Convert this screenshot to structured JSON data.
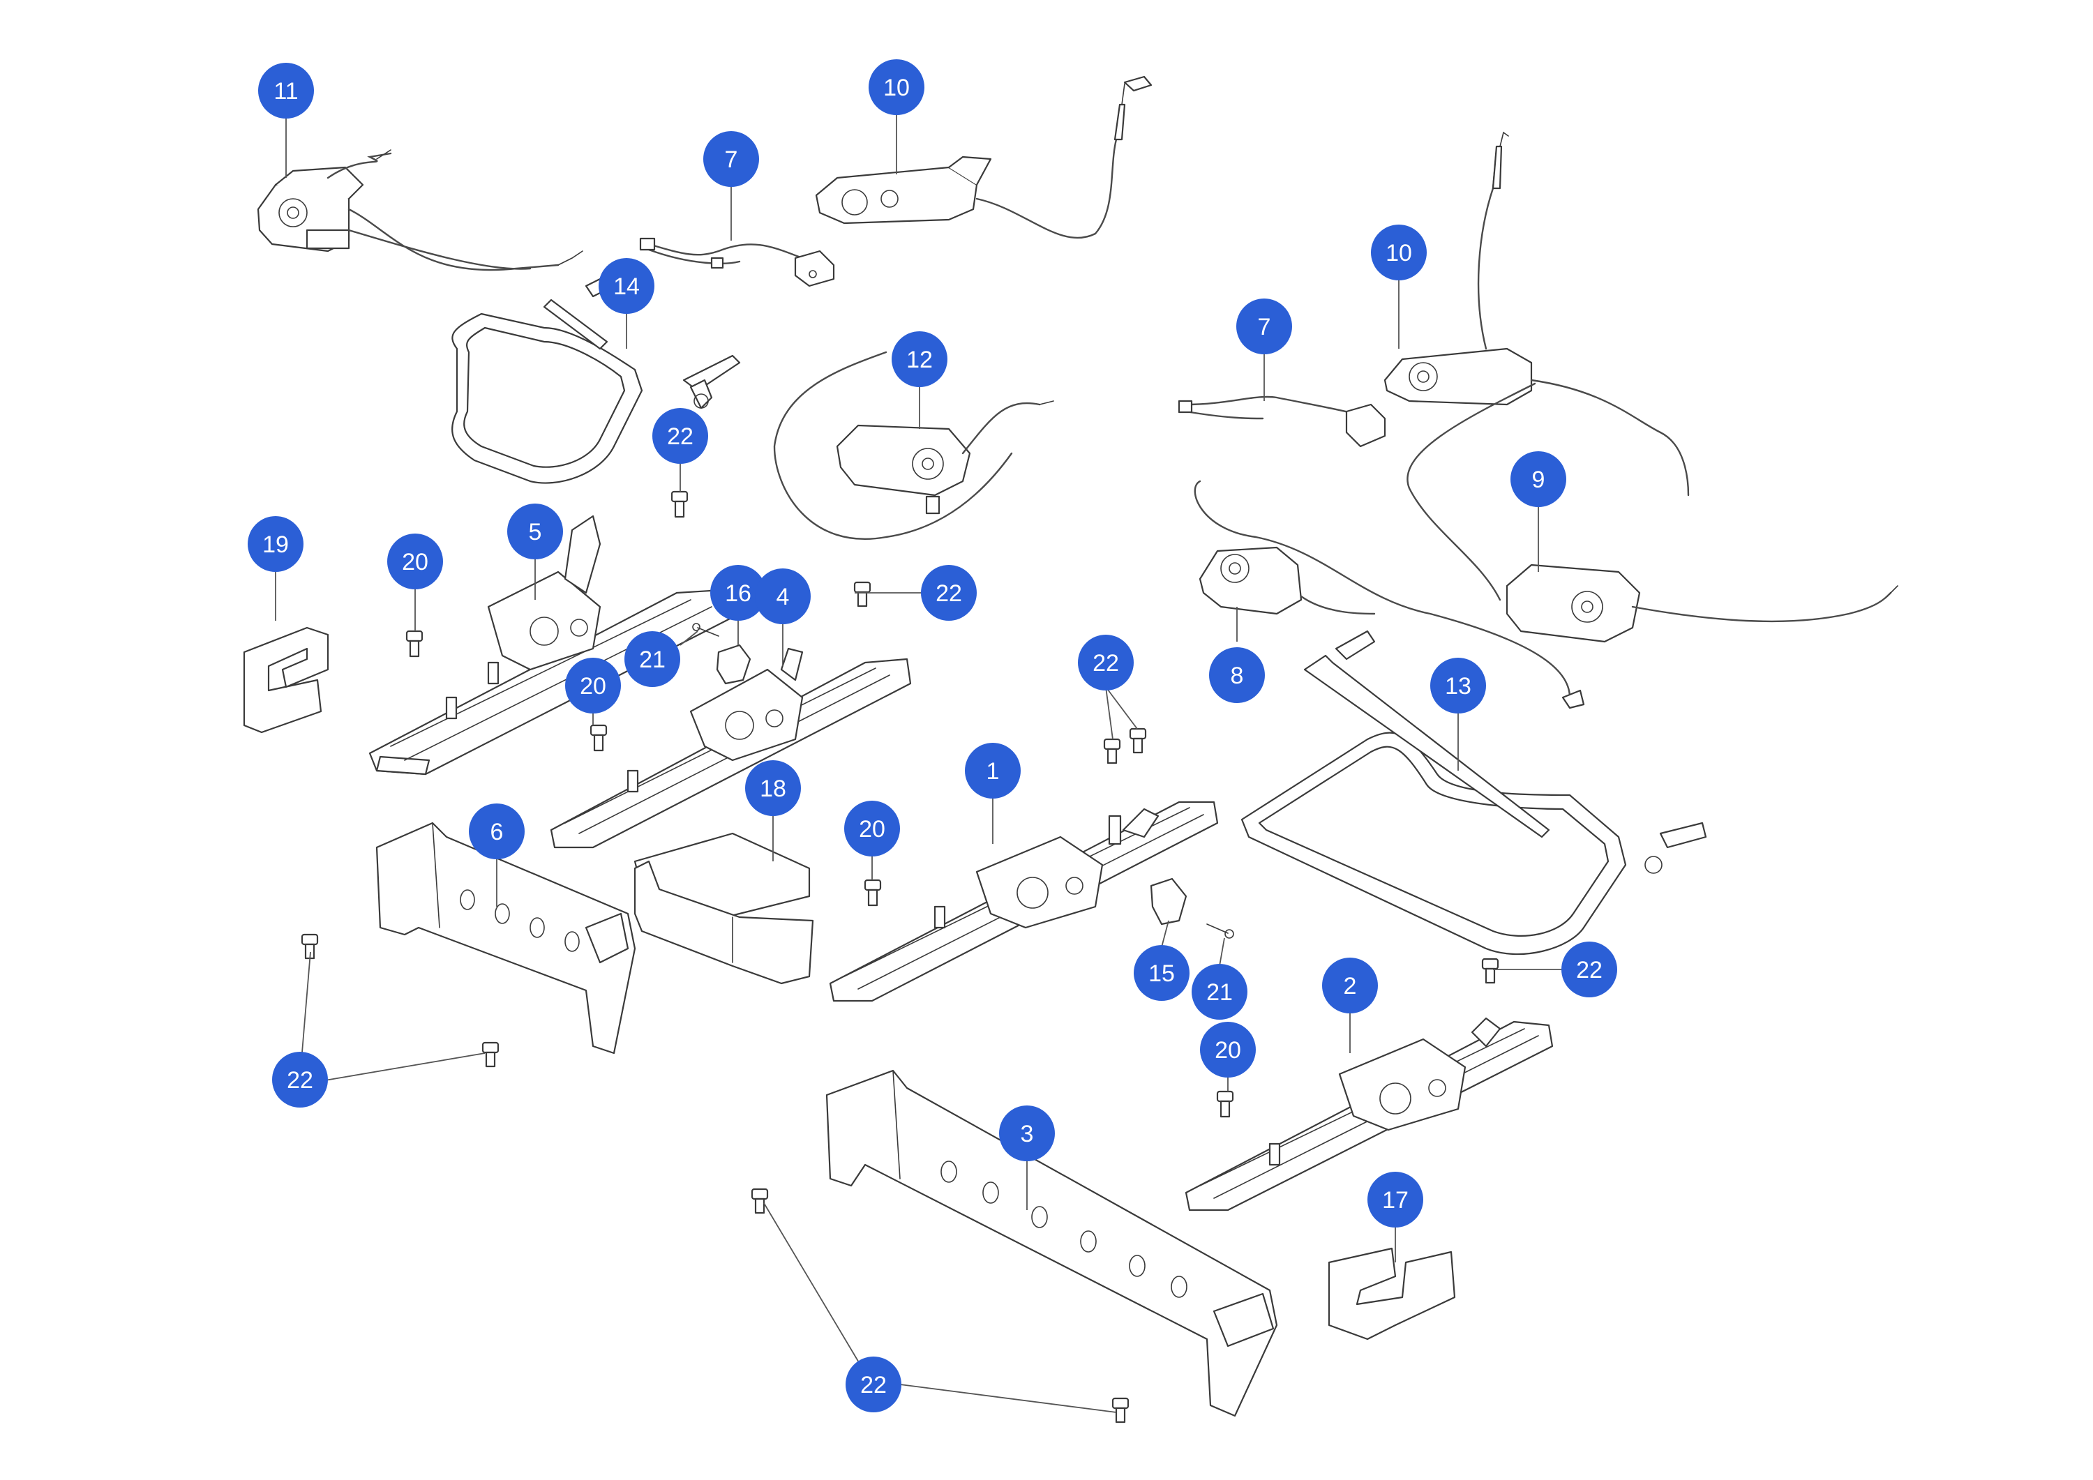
{
  "colors": {
    "callout": "#2b5fd6",
    "line": "#3a3a3a",
    "background": "#ffffff"
  },
  "callouts": [
    {
      "id": "c11",
      "label": "11"
    },
    {
      "id": "c10a",
      "label": "10"
    },
    {
      "id": "c7a",
      "label": "7"
    },
    {
      "id": "c14",
      "label": "14"
    },
    {
      "id": "c12",
      "label": "12"
    },
    {
      "id": "c22a",
      "label": "22"
    },
    {
      "id": "c10b",
      "label": "10"
    },
    {
      "id": "c7b",
      "label": "7"
    },
    {
      "id": "c9",
      "label": "9"
    },
    {
      "id": "c19",
      "label": "19"
    },
    {
      "id": "c20a",
      "label": "20"
    },
    {
      "id": "c5",
      "label": "5"
    },
    {
      "id": "c16",
      "label": "16"
    },
    {
      "id": "c4",
      "label": "4"
    },
    {
      "id": "c22b",
      "label": "22"
    },
    {
      "id": "c21a",
      "label": "21"
    },
    {
      "id": "c20b",
      "label": "20"
    },
    {
      "id": "c8",
      "label": "8"
    },
    {
      "id": "c22c",
      "label": "22"
    },
    {
      "id": "c13",
      "label": "13"
    },
    {
      "id": "c1",
      "label": "1"
    },
    {
      "id": "c18",
      "label": "18"
    },
    {
      "id": "c6",
      "label": "6"
    },
    {
      "id": "c20c",
      "label": "20"
    },
    {
      "id": "c15",
      "label": "15"
    },
    {
      "id": "c21b",
      "label": "21"
    },
    {
      "id": "c22d",
      "label": "22"
    },
    {
      "id": "c2",
      "label": "2"
    },
    {
      "id": "c20d",
      "label": "20"
    },
    {
      "id": "c3",
      "label": "3"
    },
    {
      "id": "c22e",
      "label": "22"
    },
    {
      "id": "c17",
      "label": "17"
    },
    {
      "id": "c22f",
      "label": "22"
    }
  ]
}
